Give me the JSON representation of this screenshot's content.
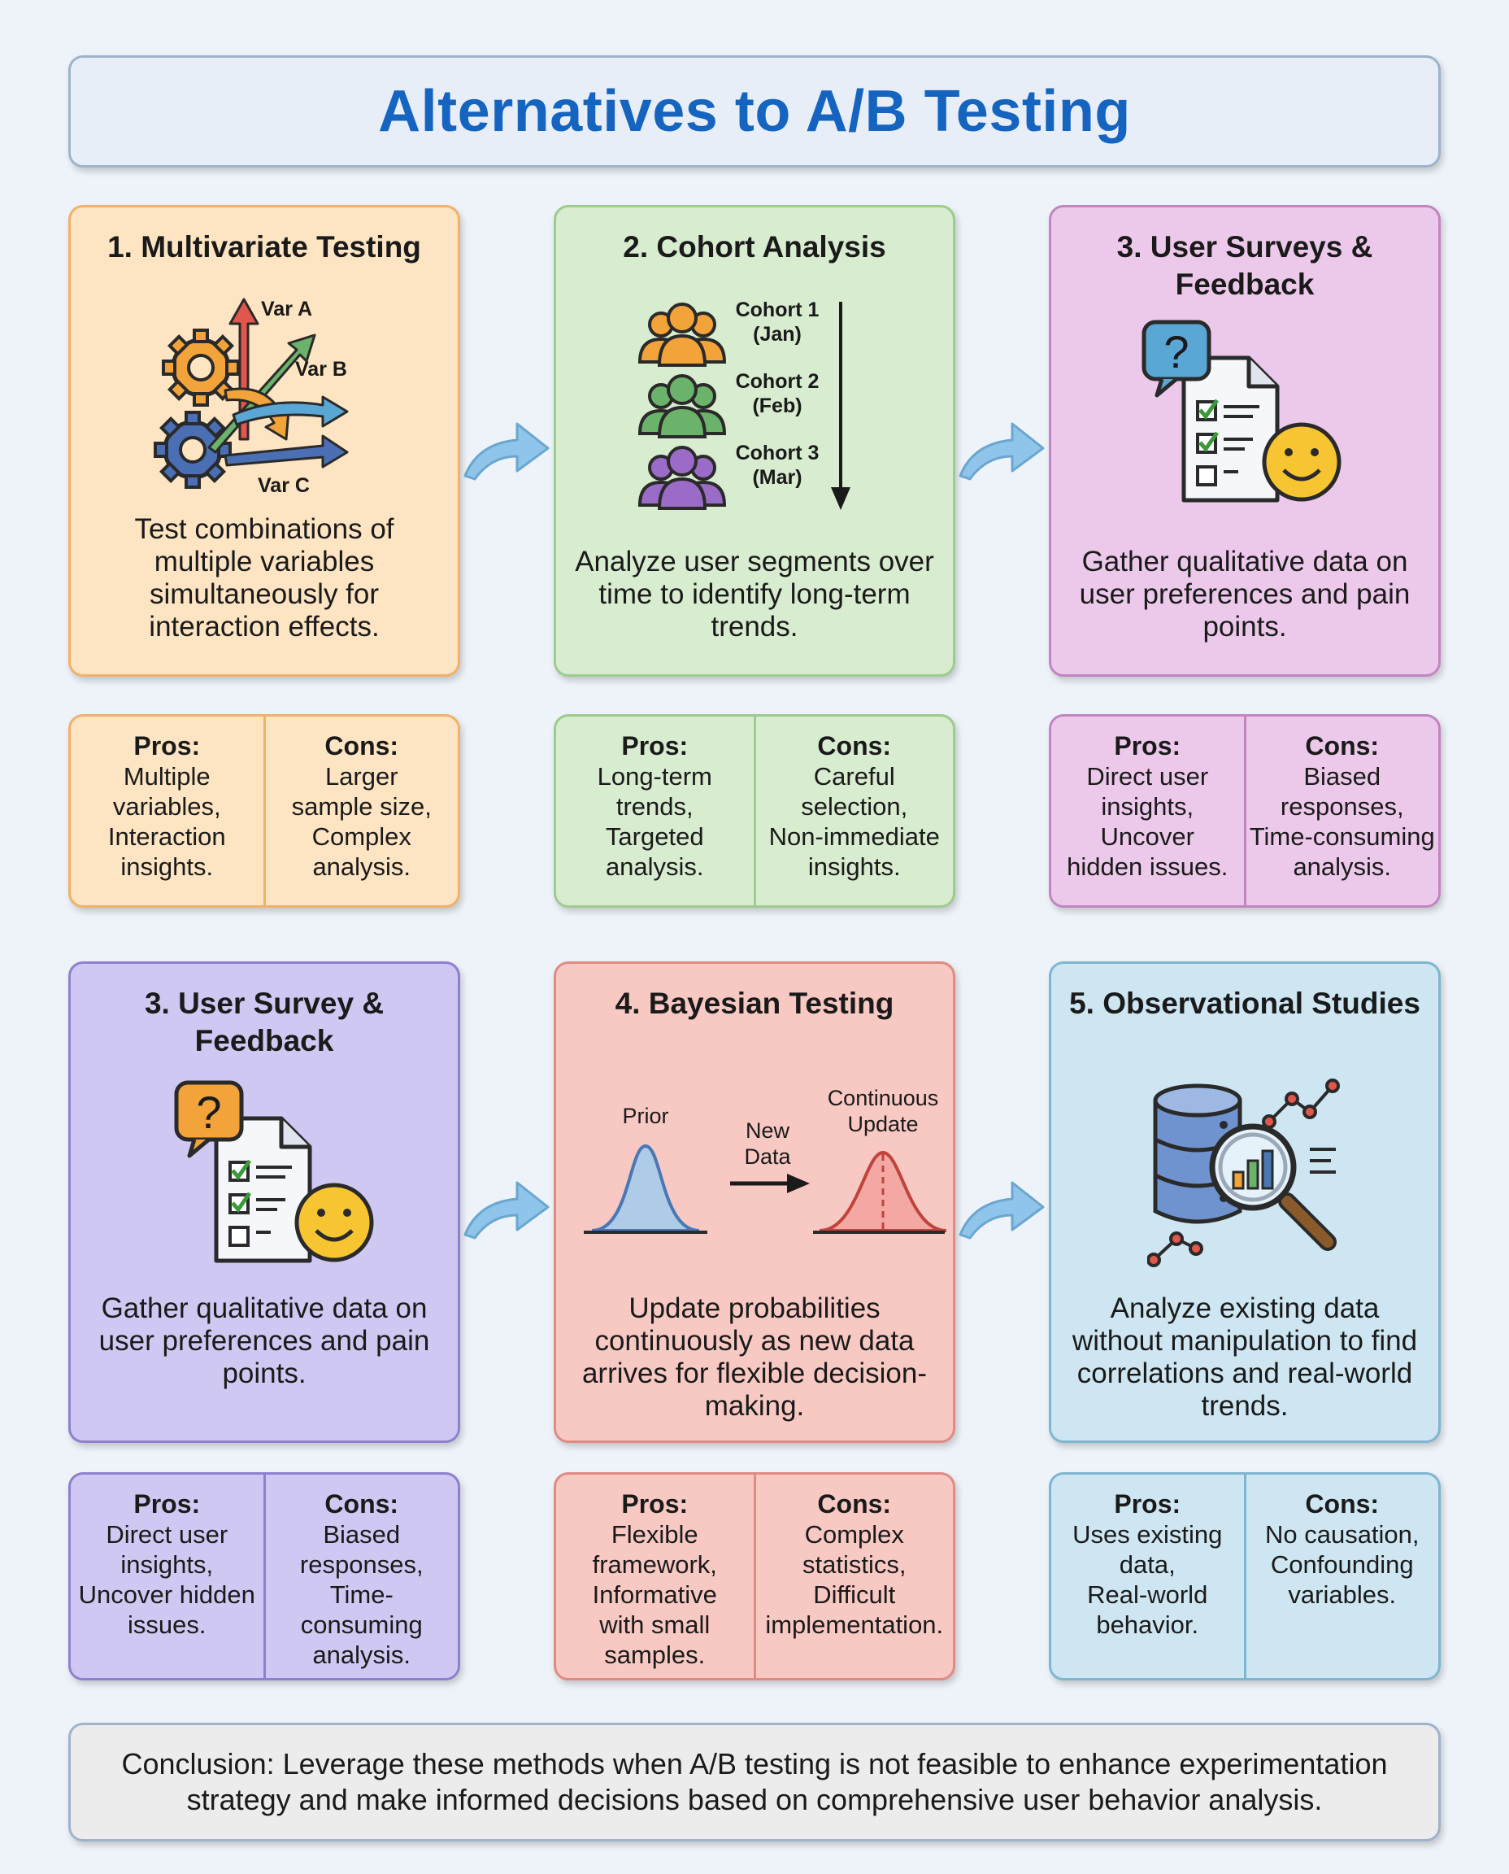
{
  "title": "Alternatives to A/B Testing",
  "colors": {
    "title_text": "#1565c0",
    "orange_fill": "#fde4c2",
    "orange_border": "#f0b16a",
    "green_fill": "#d8ecd0",
    "green_border": "#9ccc8e",
    "magenta_fill": "#ecc9ea",
    "magenta_border": "#c285c0",
    "violet_fill": "#cfc8f2",
    "violet_border": "#8e80cf",
    "red_fill": "#f8c9c3",
    "red_border": "#e08a84",
    "blue_fill": "#cde6f1",
    "blue_border": "#7fb6cf",
    "arrow": "#7eb8e0"
  },
  "cards": [
    {
      "title": "1. Multivariate Testing",
      "icon": "gears-arrows-icon",
      "icon_labels": [
        "Var A",
        "Var B",
        "Var C"
      ],
      "description": "Test combinations of multiple variables simultaneously for interaction effects.",
      "pros_heading": "Pros:",
      "pros": "Multiple\nvariables,\nInteraction\ninsights.",
      "cons_heading": "Cons:",
      "cons": "Larger\nsample size,\nComplex\nanalysis."
    },
    {
      "title": "2. Cohort Analysis",
      "icon": "cohort-people-icon",
      "cohorts": [
        "Cohort 1",
        "(Jan)",
        "Cohort 2",
        "(Feb)",
        "Cohort 3",
        "(Mar)"
      ],
      "description": "Analyze user segments over time to identify long-term trends.",
      "pros_heading": "Pros:",
      "pros": "Long-term\ntrends,\nTargeted\nanalysis.",
      "cons_heading": "Cons:",
      "cons": "Careful\nselection,\nNon-immediate\ninsights."
    },
    {
      "title": "3. User Surveys & Feedback",
      "icon": "survey-feedback-icon",
      "description": "Gather qualitative data on user preferences and pain points.",
      "pros_heading": "Pros:",
      "pros": "Direct user\ninsights,\nUncover\nhidden issues.",
      "cons_heading": "Cons:",
      "cons": "Biased\nresponses,\nTime-consuming\nanalysis."
    },
    {
      "title": "3. User Survey & Feedback",
      "icon": "survey-feedback-icon",
      "description": "Gather qualitative data on user preferences and pain points.",
      "pros_heading": "Pros:",
      "pros": "Direct user\ninsights,\nUncover hidden\nissues.",
      "cons_heading": "Cons:",
      "cons": "Biased\nresponses,\nTime-\nconsuming\nanalysis."
    },
    {
      "title": "4. Bayesian Testing",
      "icon": "bayesian-curves-icon",
      "chart_labels": {
        "prior": "Prior",
        "new_data": [
          "New",
          "Data"
        ],
        "update": [
          "Continuous",
          "Update"
        ]
      },
      "description": "Update probabilities continuously as new data arrives for flexible decision-making.",
      "pros_heading": "Pros:",
      "pros": "Flexible\nframework,\nInformative\nwith small\nsamples.",
      "cons_heading": "Cons:",
      "cons": "Complex\nstatistics,\nDifficult\nimplementation."
    },
    {
      "title": "5. Observational Studies",
      "icon": "database-magnifier-icon",
      "description": "Analyze existing data without manipulation to find correlations and real-world trends.",
      "pros_heading": "Pros:",
      "pros": "Uses existing\ndata,\nReal-world\nbehavior.",
      "cons_heading": "Cons:",
      "cons": "No causation,\nConfounding\nvariables."
    }
  ],
  "conclusion": "Conclusion: Leverage these methods when A/B testing is not feasible to enhance experimentation strategy and make informed decisions based on comprehensive user behavior analysis."
}
